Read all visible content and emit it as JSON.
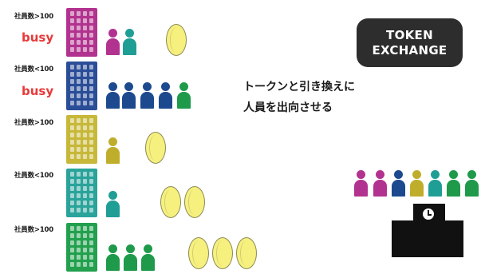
{
  "rows": [
    {
      "label": "社員数>100",
      "busy": "busy",
      "color": "#b2338f"
    },
    {
      "label": "社員数<100",
      "busy": "busy",
      "color": "#2a4d97"
    },
    {
      "label": "社員数>100",
      "color": "#c7b83a"
    },
    {
      "label": "社員数<100",
      "color": "#2aa39b"
    },
    {
      "label": "社員数>100",
      "color": "#23a04e"
    }
  ],
  "token_exchange": {
    "line1": "TOKEN",
    "line2": "EXCHANGE"
  },
  "caption": {
    "line1": "トークンと引き換えに",
    "line2": "人員を出向させる"
  },
  "colors": {
    "magenta": "#b2338f",
    "teal": "#1f9e96",
    "blue": "#1d4a8f",
    "olive": "#bfae2c",
    "green": "#1e9a4a",
    "coin": "#f6f07e",
    "busy": "#e83a3a"
  }
}
